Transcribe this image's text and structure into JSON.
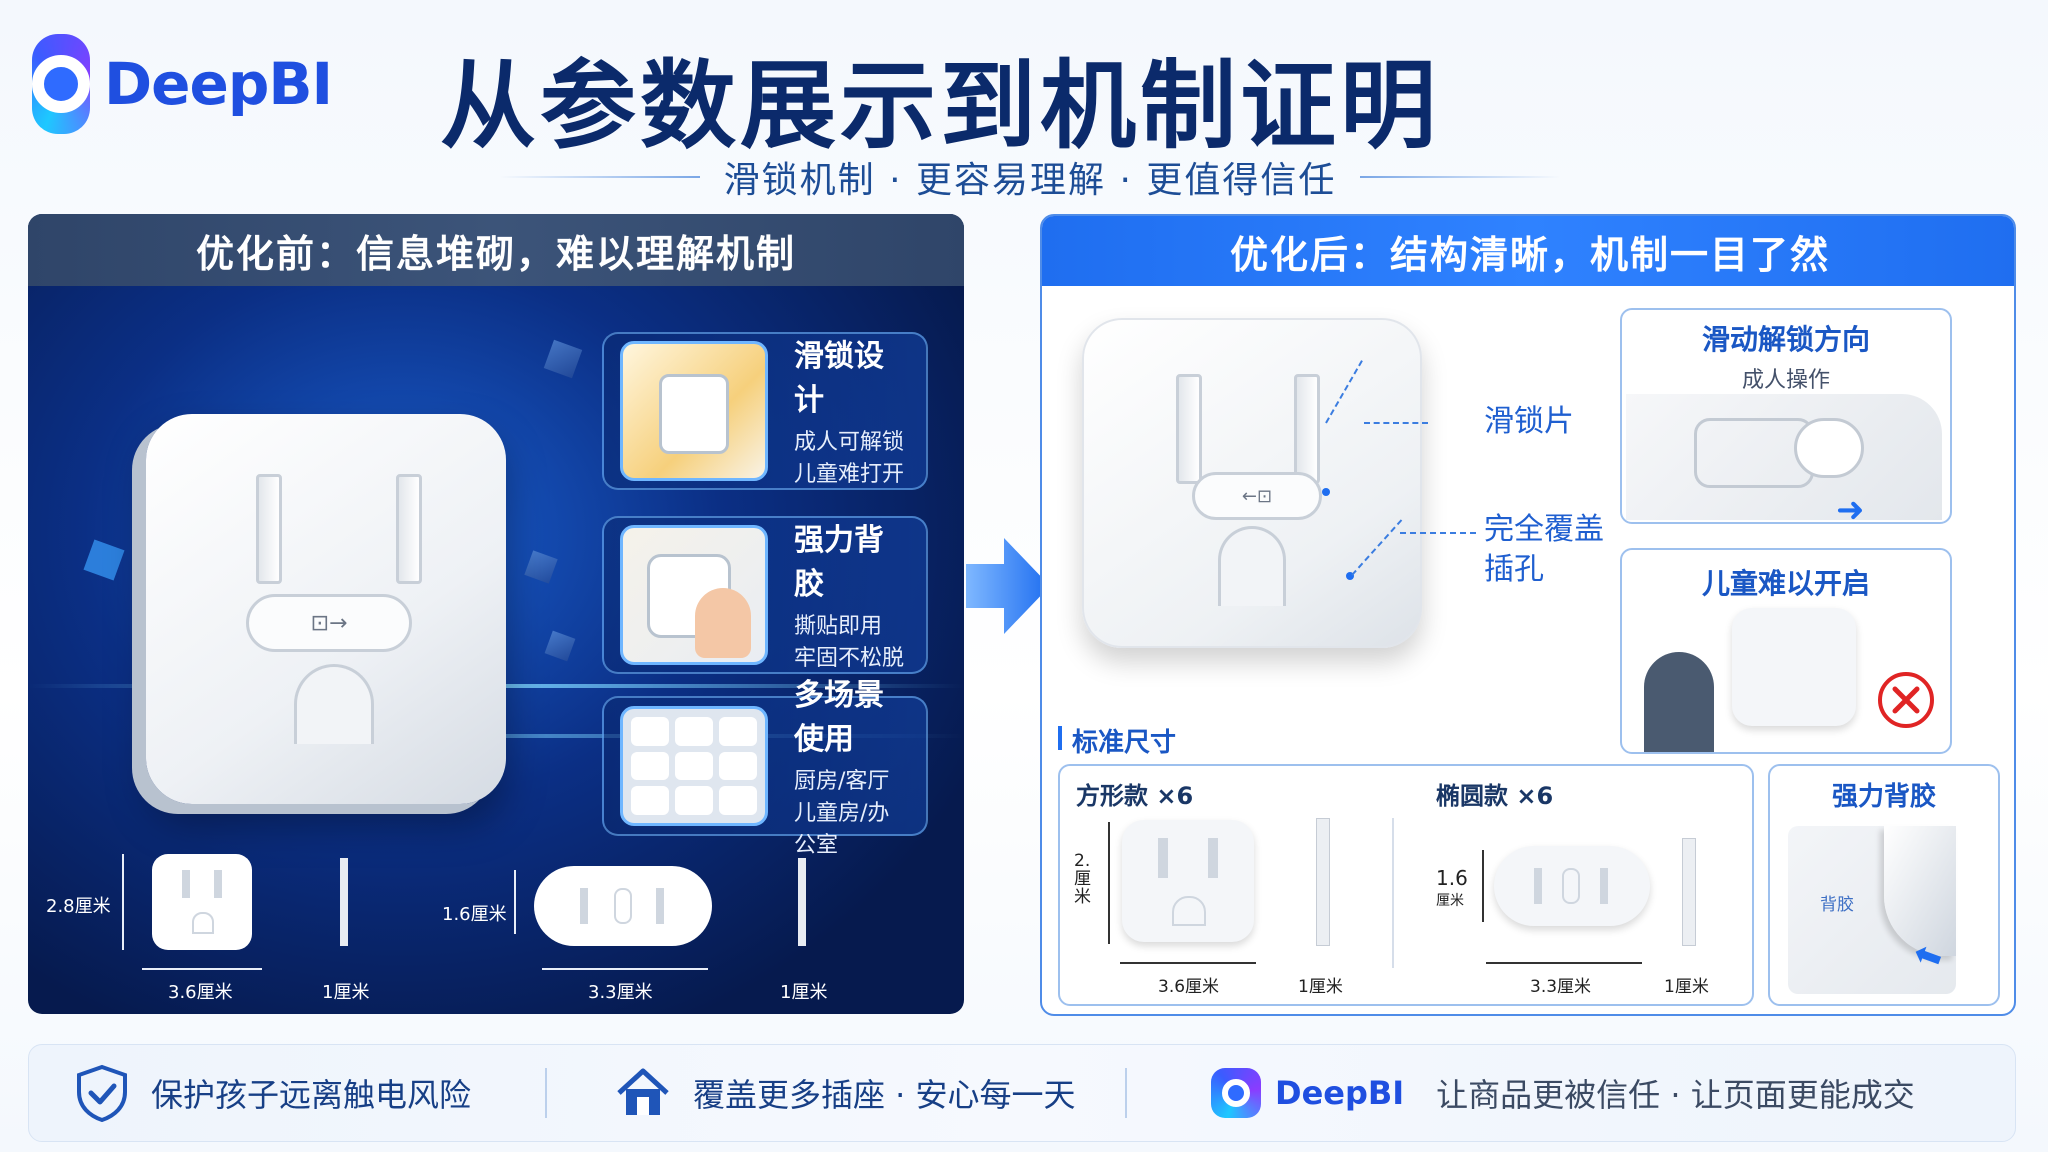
{
  "header": {
    "brand": "DeepBI",
    "title": "从参数展示到机制证明",
    "subtitle": "滑锁机制 · 更容易理解 · 更值得信任"
  },
  "left_panel": {
    "heading": "优化前：信息堆砌，难以理解机制",
    "cards": [
      {
        "title": "滑锁设计",
        "lines": [
          "成人可解锁",
          "儿童难打开"
        ]
      },
      {
        "title": "强力背胶",
        "lines": [
          "撕贴即用",
          "牢固不松脱"
        ]
      },
      {
        "title": "多场景使用",
        "lines": [
          "厨房/客厅",
          "儿童房/办公室"
        ]
      }
    ],
    "dims": {
      "square_h": "2.8厘米",
      "square_w": "3.6厘米",
      "square_t": "1厘米",
      "oval_h": "1.6厘米",
      "oval_w": "3.3厘米",
      "oval_t": "1厘米"
    }
  },
  "right_panel": {
    "heading": "优化后：结构清晰，机制一目了然",
    "callouts": {
      "slider": "滑锁片",
      "cover_1": "完全覆盖",
      "cover_2": "插孔"
    },
    "box_unlock": {
      "title": "滑动解锁方向",
      "sub": "成人操作"
    },
    "box_child": {
      "title": "儿童难以开启"
    },
    "size_section": {
      "label": "标准尺寸",
      "square_label": "方形款 ×6",
      "oval_label": "椭圆款 ×6",
      "square_h": "2.\n厘\n米",
      "square_w": "3.6厘米",
      "square_t": "1厘米",
      "oval_h_1": "1.6",
      "oval_h_2": "厘米",
      "oval_w": "3.3厘米",
      "oval_t": "1厘米"
    },
    "box_adhesive": {
      "title": "强力背胶",
      "tag": "背胶"
    }
  },
  "footer": {
    "item1": "保护孩子远离触电风险",
    "item2": "覆盖更多插座 · 安心每一天",
    "brand": "DeepBI",
    "slogan": "让商品更被信任 · 让页面更能成交"
  },
  "colors": {
    "primary": "#1f6ef0",
    "navy": "#0b2a6b",
    "danger": "#e02424"
  }
}
